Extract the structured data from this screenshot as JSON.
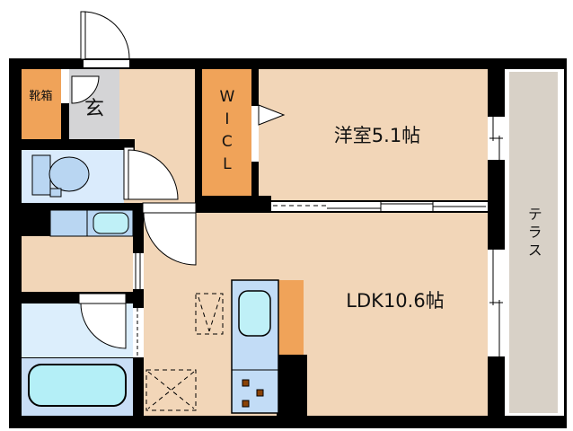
{
  "rooms": {
    "shoebox": {
      "label": "靴箱"
    },
    "genkan": {
      "label": "玄"
    },
    "wicl": {
      "label": "WICL"
    },
    "western_room": {
      "label": "洋室5.1帖"
    },
    "ldk": {
      "label": "LDK10.6帖"
    },
    "terrace": {
      "label": "テラス"
    }
  },
  "colors": {
    "room_floor_peach": "#f2d6b8",
    "storage_orange": "#f0a359",
    "genkan_gray": "#d4d4d6",
    "terrace_gray": "#d8d1c7",
    "wet_area_blue": "#daebfc",
    "fixture_blue": "#b9d6f2",
    "water_cyan": "#b4eff7",
    "kitchen_counter_blue": "#c2dcf6",
    "burner_brown": "#8a4206",
    "wall_black": "#000000"
  },
  "fixture_names": [
    "toilet",
    "washbasin",
    "bathtub",
    "kitchen-sink",
    "stove-burners",
    "doors",
    "windows"
  ]
}
